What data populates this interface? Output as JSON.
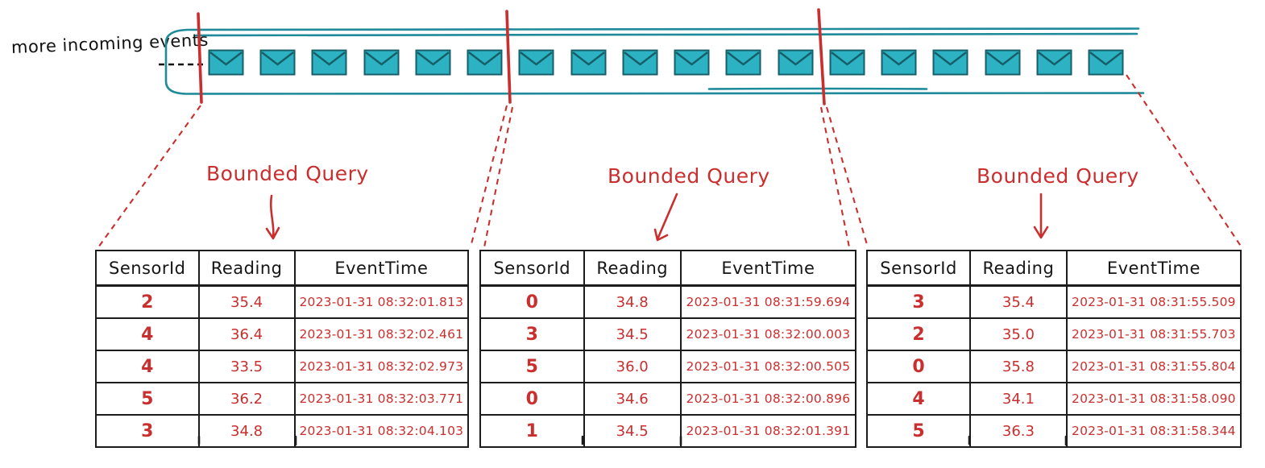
{
  "colors": {
    "teal_stroke": "#1f8a9a",
    "envelope_fill": "#2cb2c3",
    "envelope_stroke": "#175f68",
    "red": "#c92f2e",
    "ink": "#1c1c1c"
  },
  "stream": {
    "caption": "more incoming events",
    "envelope_count": 18
  },
  "queries": [
    {
      "label": "Bounded Query",
      "table": {
        "headers": [
          "SensorId",
          "Reading",
          "EventTime"
        ],
        "rows": [
          [
            "2",
            "35.4",
            "2023-01-31 08:32:01.813"
          ],
          [
            "4",
            "36.4",
            "2023-01-31 08:32:02.461"
          ],
          [
            "4",
            "33.5",
            "2023-01-31 08:32:02.973"
          ],
          [
            "5",
            "36.2",
            "2023-01-31 08:32:03.771"
          ],
          [
            "3",
            "34.8",
            "2023-01-31 08:32:04.103"
          ]
        ]
      }
    },
    {
      "label": "Bounded Query",
      "table": {
        "headers": [
          "SensorId",
          "Reading",
          "EventTime"
        ],
        "rows": [
          [
            "0",
            "34.8",
            "2023-01-31 08:31:59.694"
          ],
          [
            "3",
            "34.5",
            "2023-01-31 08:32:00.003"
          ],
          [
            "5",
            "36.0",
            "2023-01-31 08:32:00.505"
          ],
          [
            "0",
            "34.6",
            "2023-01-31 08:32:00.896"
          ],
          [
            "1",
            "34.5",
            "2023-01-31 08:32:01.391"
          ]
        ]
      }
    },
    {
      "label": "Bounded Query",
      "table": {
        "headers": [
          "SensorId",
          "Reading",
          "EventTime"
        ],
        "rows": [
          [
            "3",
            "35.4",
            "2023-01-31 08:31:55.509"
          ],
          [
            "2",
            "35.0",
            "2023-01-31 08:31:55.703"
          ],
          [
            "0",
            "35.8",
            "2023-01-31 08:31:55.804"
          ],
          [
            "4",
            "34.1",
            "2023-01-31 08:31:58.090"
          ],
          [
            "5",
            "36.3",
            "2023-01-31 08:31:58.344"
          ]
        ]
      }
    }
  ]
}
